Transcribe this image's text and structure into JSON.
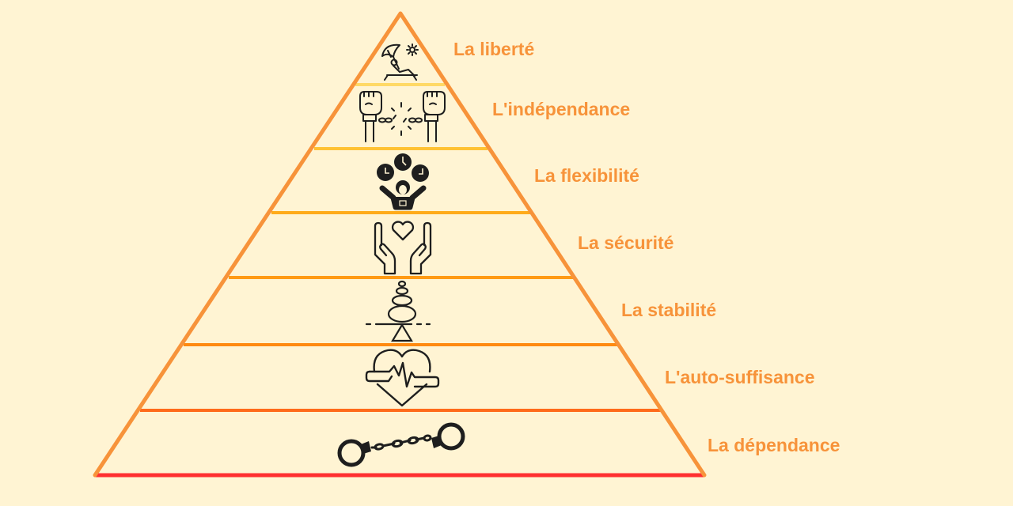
{
  "diagram": {
    "type": "pyramid",
    "background": "#fff4d3",
    "outline_color": "#f7933a",
    "label_color": "#f7933a",
    "base_color": "#ff3030",
    "levels": [
      {
        "label": "La liberté",
        "icon": "beach-umbrella-lounger-icon",
        "divider_color": "#ffd966"
      },
      {
        "label": "L'indépendance",
        "icon": "broken-chain-fists-icon",
        "divider_color": "#ffc233"
      },
      {
        "label": "La flexibilité",
        "icon": "juggling-clocks-icon",
        "divider_color": "#ffab1a"
      },
      {
        "label": "La sécurité",
        "icon": "hands-holding-heart-icon",
        "divider_color": "#ff9a14"
      },
      {
        "label": "La stabilité",
        "icon": "balanced-stones-icon",
        "divider_color": "#ff8a10"
      },
      {
        "label": "L'auto-suffisance",
        "icon": "heartbeat-heart-icon",
        "divider_color": "#ff6a1a"
      },
      {
        "label": "La dépendance",
        "icon": "handcuffs-icon",
        "divider_color": "#ff3030"
      }
    ]
  }
}
